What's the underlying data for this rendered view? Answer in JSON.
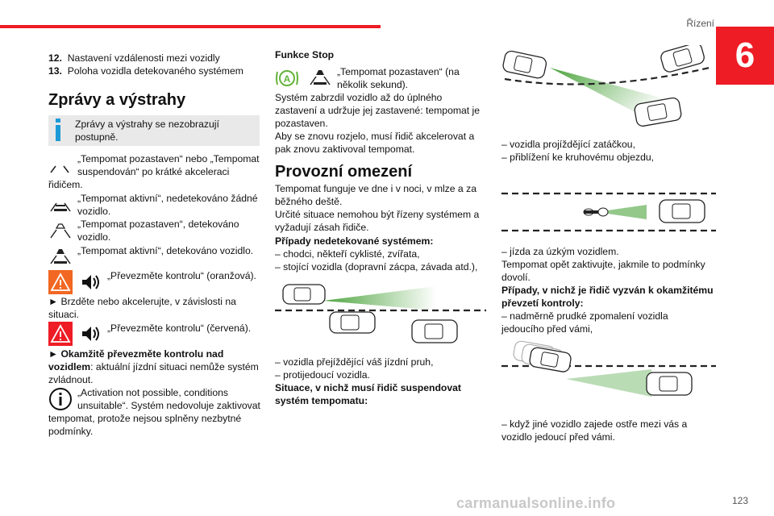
{
  "header": {
    "section_title": "Řízení",
    "chapter_number": "6"
  },
  "left_column": {
    "list": [
      {
        "num": "12.",
        "text": "Nastavení vzdálenosti mezi vozidly"
      },
      {
        "num": "13.",
        "text": "Poloha vozidla detekovaného systémem"
      }
    ],
    "heading": "Zprávy a výstrahy",
    "note": {
      "line1": "Zprávy a výstrahy se nezobrazují",
      "line2": "postupně."
    },
    "msg1": {
      "l1": "„Tempomat pozastaven“ nebo „Tempomat",
      "l2": "suspendován“ po krátké akceleraci",
      "l3": "řidičem."
    },
    "msg2": {
      "l1": "„Tempomat aktivní“, nedetekováno žádné",
      "l2": "vozidlo."
    },
    "msg3": {
      "l1": "„Tempomat pozastaven“, detekováno",
      "l2": "vozidlo."
    },
    "msg4": {
      "l1": "„Tempomat aktivní“, detekováno vozidlo."
    },
    "takeover_orange": "„Převezměte kontrolu“ (oranžová).",
    "brake_text": {
      "l1": "► Brzděte nebo akcelerujte, v závislosti na",
      "l2": "situaci."
    },
    "takeover_red": "„Převezměte kontrolu“ (červená).",
    "immediate": {
      "l1": "► Okamžitě převezměte kontrolu nad",
      "l2_bold": "vozidlem",
      "l2_rest": ": aktuální jízdní situaci nemůže systém",
      "l3": "zvládnout."
    },
    "info": {
      "l1": "„Activation not possible, conditions",
      "l2": "unsuitable“. Systém nedovoluje zaktivovat",
      "l3": "tempomat, protože nejsou splněny nezbytné",
      "l4": "podmínky."
    }
  },
  "middle_column": {
    "stop_title": "Funkce Stop",
    "stop_msg": {
      "l1": "„Tempomat pozastaven“ (na",
      "l2": "několik sekund)."
    },
    "stop_text": [
      "Systém zabrzdil vozidlo až do úplného",
      "zastavení a udržuje jej zastavené: tempomat je",
      "pozastaven.",
      "Aby se znovu rozjelo, musí řidič akcelerovat a",
      "pak znovu zaktivoval tempomat."
    ],
    "heading": "Provozní omezení",
    "limits_text": [
      "Tempomat funguje ve dne i v noci, v mlze a za",
      "běžného deště.",
      "Určité situace nemohou být řízeny systémem a",
      "vyžadují zásah řidiče."
    ],
    "undetected_title": "Případy nedetekované systémem:",
    "undetected": [
      "– chodci, někteří cyklisté, zvířata,",
      "– stojící vozidla (dopravní zácpa, závada atd.),"
    ],
    "after_fig": [
      "– vozidla přejíždějící váš jízdní pruh,",
      "– protijedoucí vozidla."
    ],
    "suspend_title": {
      "l1": "Situace, v nichž musí řidič suspendovat",
      "l2": "systém tempomatu:"
    }
  },
  "right_column": {
    "curve_items": [
      "– vozidla projíždějící zatáčkou,",
      "– přiblížení ke kruhovému objezdu,"
    ],
    "narrow": "– jízda za úzkým vozidlem.",
    "reactivate": {
      "l1": "Tempomat opět zaktivujte, jakmile to podmínky",
      "l2": "dovolí."
    },
    "takeover_title": {
      "l1": "Případy, v nichž je řidič vyzván k okamžitému",
      "l2": "převzetí kontroly:"
    },
    "decel": {
      "l1": "– nadměrně prudké zpomalení vozidla",
      "l2": "jedoucího před vámi,"
    },
    "cutin": {
      "l1": "– když jiné vozidlo zajede ostře mezi vás a",
      "l2": "vozidlo jedoucí před vámi."
    }
  },
  "footer": {
    "page_number": "123",
    "watermark": "carmanualsonline.info"
  },
  "colors": {
    "brand_red": "#ee1c25",
    "warning_orange": "#f26722",
    "note_blue": "#1e9bd7",
    "badge_green": "#64b33b",
    "beam_green": "#3a9a2a"
  }
}
